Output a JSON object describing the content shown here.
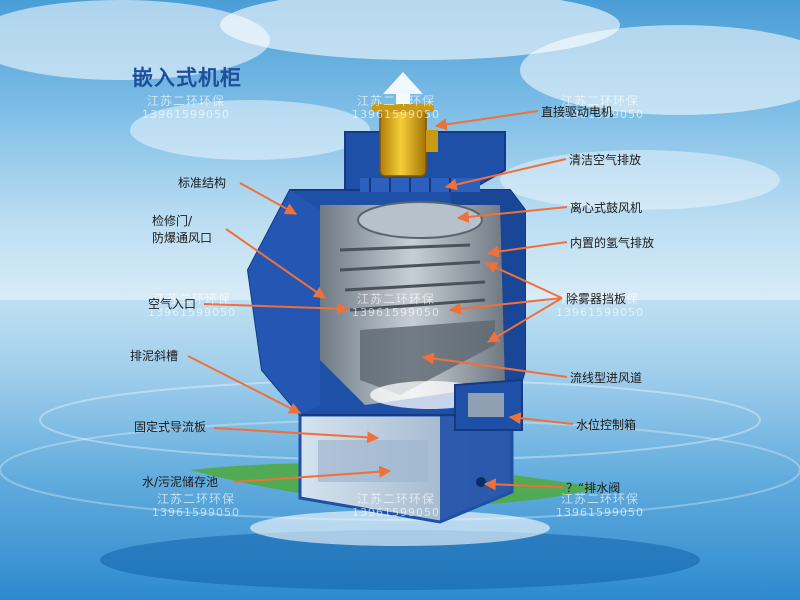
{
  "title": "嵌入式机柜",
  "labels_left": {
    "standard_structure": "标准结构",
    "access_door_line1": "检修门/",
    "access_door_line2": "防爆通风口",
    "air_inlet": "空气入口",
    "mud_chute": "排泥斜槽",
    "fixed_baffle": "固定式导流板",
    "water_storage": "水/污泥储存池"
  },
  "labels_right": {
    "direct_motor": "直接驱动电机",
    "clean_exhaust": "清洁空气排放",
    "centrifugal_fan": "离心式鼓风机",
    "hydrogen_exhaust": "内置的氢气排放",
    "demister": "除雾器挡板",
    "streamline_inlet": "流线型进风道",
    "water_level_box": "水位控制箱",
    "drain_valve": "？“排水阀"
  },
  "watermark": {
    "name": "江苏二环环保",
    "phone": "13961599050"
  },
  "colors": {
    "cabinet": "#1f50a8",
    "cabinet_dark": "#133a82",
    "arrow": "#f0703a",
    "title": "#1d4f9c",
    "motor": "#e8b818"
  }
}
